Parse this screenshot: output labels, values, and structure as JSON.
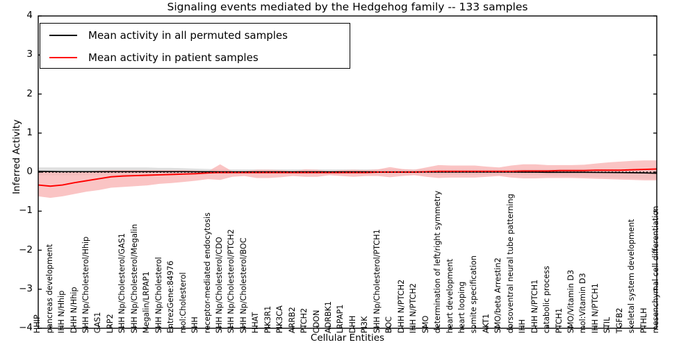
{
  "chart_data": {
    "type": "line",
    "title": "Signaling events mediated by the Hedgehog family -- 133 samples",
    "xlabel": "Cellular Entities",
    "ylabel": "Inferred Activity",
    "ylim": [
      -4,
      4
    ],
    "yticks": [
      "4",
      "3",
      "2",
      "1",
      "0",
      "-1",
      "-2",
      "-3",
      "-4"
    ],
    "grid": false,
    "legend_position": "upper left",
    "legend": [
      {
        "label": "Mean activity in all permuted samples",
        "color": "#000000"
      },
      {
        "label": "Mean activity in patient samples",
        "color": "#ff0000"
      }
    ],
    "categories": [
      "HHIP",
      "pancreas development",
      "IHH N/Hhip",
      "DHH N/Hhip",
      "SHH Np/Cholesterol/Hhip",
      "GAS1",
      "LRP2",
      "SHH Np/Cholesterol/GAS1",
      "SHH Np/Cholesterol/Megalin",
      "Megalin/LRPAP1",
      "SHH Np/Cholesterol",
      "EntrezGene:84976",
      "mol:Cholesterol",
      "SHH",
      "receptor-mediated endocytosis",
      "SHH Np/Cholesterol/CDO",
      "SHH Np/Cholesterol/PTCH2",
      "SHH Np/Cholesterol/BOC",
      "HHAT",
      "PIK3R1",
      "PIK3CA",
      "ARRB2",
      "PTCH2",
      "CDON",
      "ADRBK1",
      "LRPAP1",
      "DHH",
      "PI3K",
      "SHH Np/Cholesterol/PTCH1",
      "BOC",
      "DHH N/PTCH2",
      "IHH N/PTCH2",
      "SMO",
      "determination of left/right symmetry",
      "heart development",
      "heart looping",
      "somite specification",
      "AKT1",
      "SMO/beta Arrestin2",
      "dorsoventral neural tube patterning",
      "IHH",
      "DHH N/PTCH1",
      "catabolic process",
      "PTCH1",
      "SMO/Vitamin D3",
      "mol:Vitamin D3",
      "IHH N/PTCH1",
      "STIL",
      "TGFB2",
      "skeletal system development",
      "PTHLH",
      "mesenchymal cell differentiation"
    ],
    "series": [
      {
        "name": "Mean activity in all permuted samples",
        "color": "#000000",
        "style": "solid",
        "values": [
          0.02,
          0.015,
          0.012,
          0.012,
          0.012,
          0.012,
          0.012,
          0.012,
          0.012,
          0.012,
          0.012,
          0.012,
          0.012,
          0.01,
          0.01,
          0.008,
          0.008,
          0.008,
          0.008,
          0.008,
          0.008,
          0.008,
          0.008,
          0.008,
          0.008,
          0.008,
          0.008,
          0.008,
          0.005,
          0.005,
          0.005,
          0.005,
          0.005,
          0.005,
          0.005,
          0.005,
          0.005,
          0.005,
          0.005,
          0.005,
          0.0,
          0.0,
          -0.005,
          -0.005,
          -0.005,
          -0.005,
          -0.008,
          -0.01,
          -0.012,
          -0.015,
          -0.02,
          -0.03
        ],
        "band_upper": [
          0.12,
          0.12,
          0.12,
          0.12,
          0.12,
          0.12,
          0.12,
          0.12,
          0.12,
          0.12,
          0.11,
          0.11,
          0.1,
          0.09,
          0.08,
          0.07,
          0.07,
          0.07,
          0.07,
          0.07,
          0.07,
          0.07,
          0.07,
          0.07,
          0.07,
          0.07,
          0.07,
          0.07,
          0.07,
          0.07,
          0.07,
          0.07,
          0.07,
          0.07,
          0.07,
          0.07,
          0.07,
          0.07,
          0.07,
          0.07,
          0.07,
          0.07,
          0.07,
          0.07,
          0.07,
          0.07,
          0.07,
          0.07,
          0.07,
          0.07,
          0.07,
          0.07
        ],
        "band_lower": [
          -0.08,
          -0.08,
          -0.08,
          -0.08,
          -0.08,
          -0.08,
          -0.08,
          -0.08,
          -0.08,
          -0.08,
          -0.08,
          -0.08,
          -0.07,
          -0.06,
          -0.06,
          -0.05,
          -0.05,
          -0.05,
          -0.05,
          -0.05,
          -0.05,
          -0.05,
          -0.05,
          -0.05,
          -0.05,
          -0.05,
          -0.05,
          -0.05,
          -0.05,
          -0.05,
          -0.05,
          -0.05,
          -0.06,
          -0.07,
          -0.07,
          -0.07,
          -0.07,
          -0.07,
          -0.07,
          -0.07,
          -0.08,
          -0.08,
          -0.09,
          -0.1,
          -0.11,
          -0.12,
          -0.13,
          -0.14,
          -0.15,
          -0.16,
          -0.17,
          -0.18
        ]
      },
      {
        "name": "Mean activity in patient samples",
        "color": "#ff0000",
        "style": "solid",
        "values": [
          -0.33,
          -0.36,
          -0.33,
          -0.27,
          -0.22,
          -0.17,
          -0.12,
          -0.1,
          -0.09,
          -0.08,
          -0.07,
          -0.06,
          -0.05,
          -0.04,
          -0.02,
          -0.01,
          -0.01,
          -0.01,
          -0.01,
          -0.01,
          -0.01,
          -0.01,
          -0.01,
          -0.01,
          -0.01,
          -0.01,
          -0.01,
          -0.01,
          0.0,
          0.0,
          0.0,
          0.0,
          0.01,
          0.02,
          0.02,
          0.02,
          0.02,
          0.02,
          0.02,
          0.02,
          0.03,
          0.03,
          0.03,
          0.04,
          0.04,
          0.04,
          0.05,
          0.05,
          0.05,
          0.06,
          0.07,
          0.08
        ],
        "band_upper": [
          0.0,
          0.0,
          -0.01,
          0.0,
          0.02,
          0.04,
          0.05,
          0.05,
          0.05,
          0.05,
          0.05,
          0.05,
          0.05,
          0.04,
          0.02,
          0.2,
          0.02,
          0.02,
          0.06,
          0.06,
          0.05,
          0.02,
          0.07,
          0.06,
          0.02,
          0.05,
          0.06,
          0.05,
          0.07,
          0.13,
          0.08,
          0.06,
          0.12,
          0.18,
          0.17,
          0.17,
          0.17,
          0.14,
          0.12,
          0.17,
          0.2,
          0.2,
          0.18,
          0.18,
          0.18,
          0.19,
          0.22,
          0.25,
          0.27,
          0.29,
          0.3,
          0.3
        ],
        "band_lower": [
          -0.62,
          -0.66,
          -0.62,
          -0.56,
          -0.5,
          -0.46,
          -0.4,
          -0.38,
          -0.36,
          -0.34,
          -0.3,
          -0.28,
          -0.25,
          -0.22,
          -0.18,
          -0.2,
          -0.12,
          -0.1,
          -0.15,
          -0.15,
          -0.13,
          -0.1,
          -0.12,
          -0.12,
          -0.08,
          -0.1,
          -0.12,
          -0.1,
          -0.1,
          -0.13,
          -0.1,
          -0.08,
          -0.12,
          -0.15,
          -0.14,
          -0.14,
          -0.14,
          -0.12,
          -0.1,
          -0.14,
          -0.16,
          -0.16,
          -0.15,
          -0.15,
          -0.15,
          -0.16,
          -0.17,
          -0.18,
          -0.19,
          -0.2,
          -0.21,
          -0.21
        ]
      }
    ]
  },
  "colors": {
    "permuted_line": "#000000",
    "patient_line": "#ff0000",
    "permuted_band": "#d9d9d9",
    "patient_band": "#f9b3b3",
    "axis": "#000000",
    "background": "#ffffff"
  }
}
